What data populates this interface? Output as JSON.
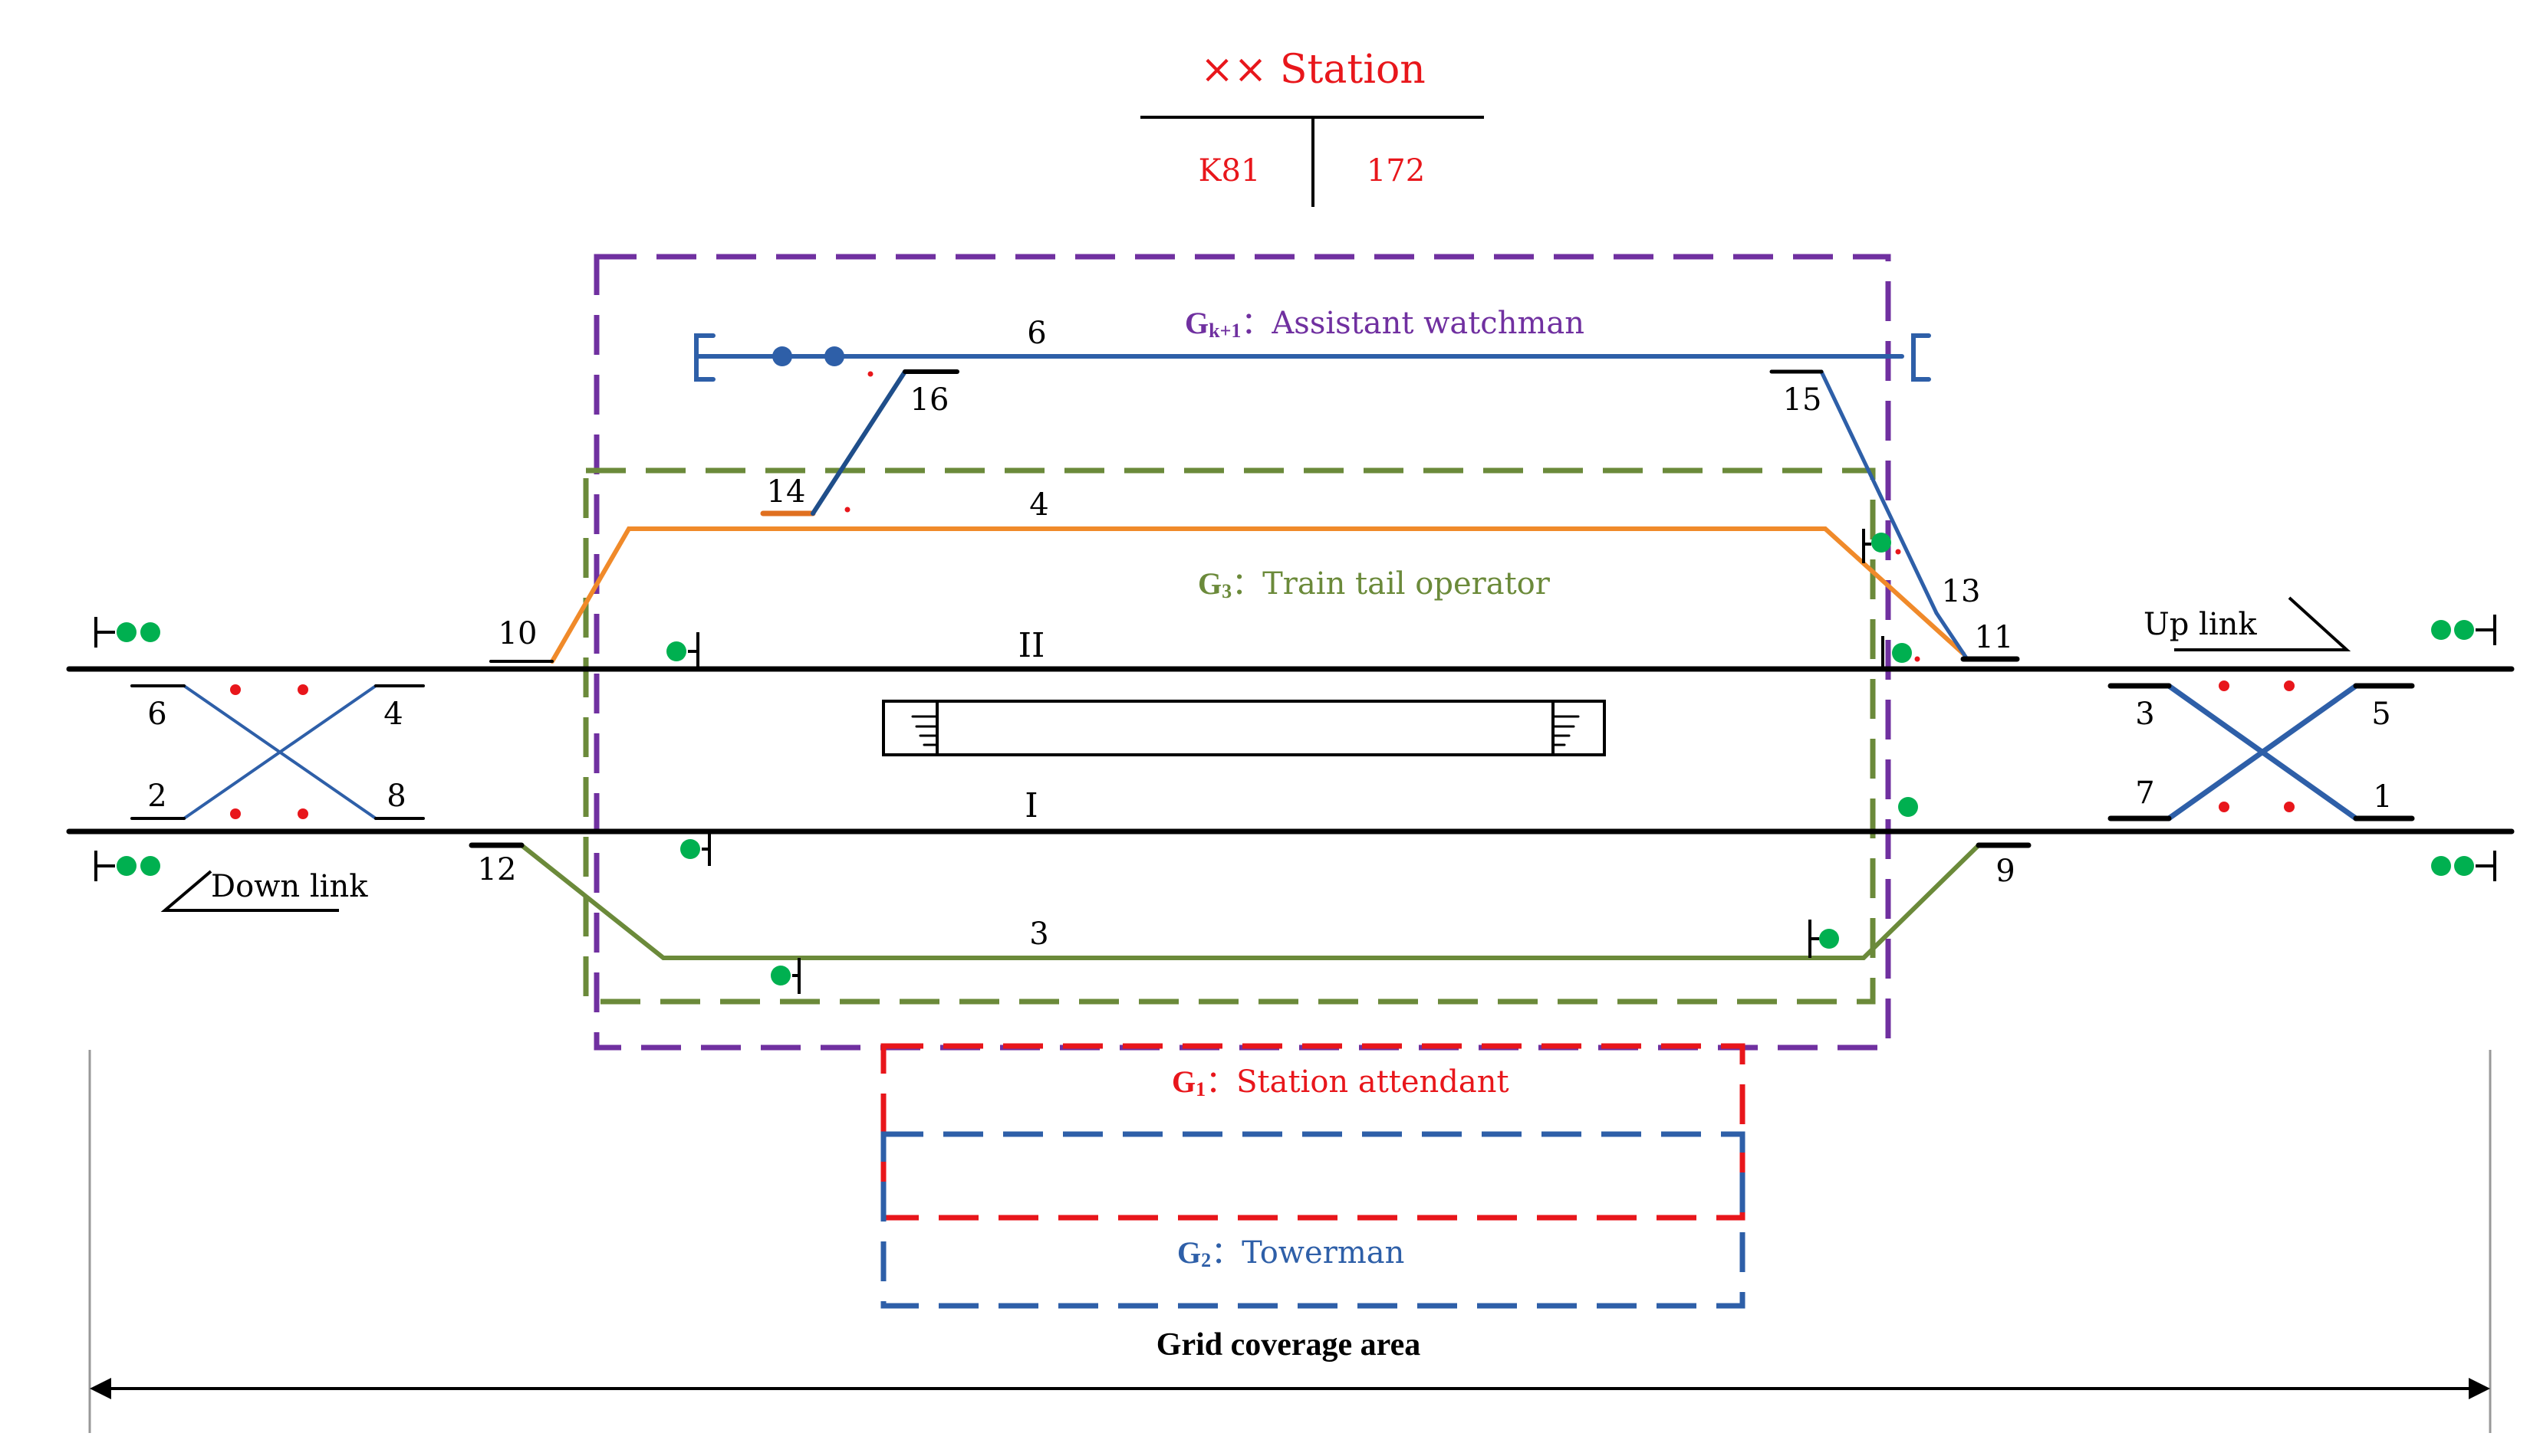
{
  "station": {
    "name": "×× Station",
    "km_left": "K81",
    "km_right": "172"
  },
  "colors": {
    "red": "#e8161b",
    "purple": "#7030a0",
    "olive": "#6b8a3a",
    "blue": "#2e5fa8",
    "orange": "#f08a2a",
    "green_signal": "#00b050",
    "black": "#000000"
  },
  "groups": {
    "gk1": {
      "symbol": "G",
      "subscript": "k+1",
      "separator": "：",
      "role": "Assistant watchman"
    },
    "g3": {
      "symbol": "G",
      "subscript": "3",
      "separator": "：",
      "role": "Train tail operator"
    },
    "g1": {
      "symbol": "G",
      "subscript": "1",
      "separator": "：",
      "role": "Station attendant"
    },
    "g2": {
      "symbol": "G",
      "subscript": "2",
      "separator": "：",
      "role": "Towerman"
    }
  },
  "tracks": {
    "main_upper": "II",
    "main_lower": "I",
    "siding_4": "4",
    "siding_6": "6",
    "siding_3": "3"
  },
  "switches": {
    "s1": "1",
    "s2": "2",
    "s3": "3",
    "s4": "4",
    "s5": "5",
    "s6": "6",
    "s7": "7",
    "s8": "8",
    "s9": "9",
    "s10": "10",
    "s11": "11",
    "s12": "12",
    "s13": "13",
    "s14": "14",
    "s15": "15",
    "s16": "16"
  },
  "links": {
    "up": "Up link",
    "down": "Down link"
  },
  "coverage_label": "Grid coverage area"
}
